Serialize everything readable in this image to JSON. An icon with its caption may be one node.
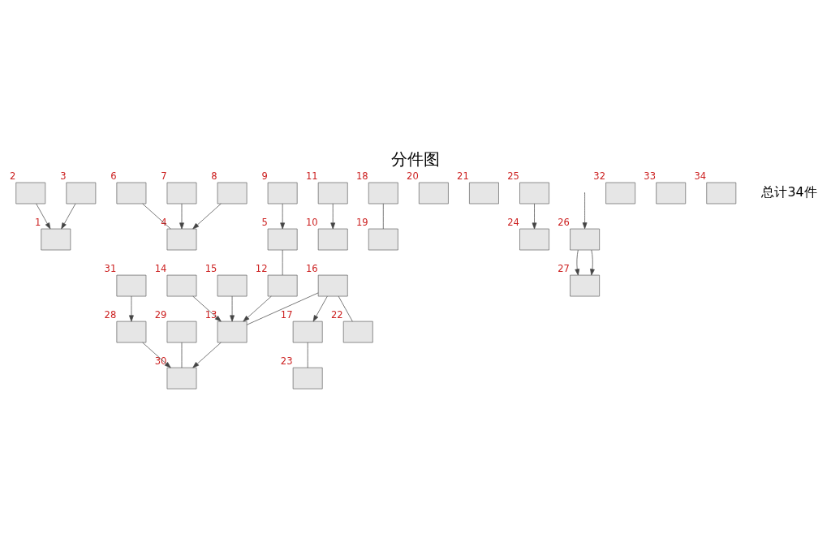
{
  "diagram": {
    "title": "分件图",
    "nodes": [
      {
        "text": [],
        "shape": "box",
        "beside": [
          "1"
        ]
      },
      {
        "text": [],
        "shape": "box",
        "beside": [
          "2"
        ]
      },
      {
        "text": [],
        "shape": "box",
        "beside": [
          "3"
        ]
      },
      {
        "text": [],
        "shape": "box",
        "beside": [
          "4"
        ]
      },
      {
        "text": [],
        "shape": "box",
        "beside": [
          "5"
        ]
      },
      {
        "text": [],
        "shape": "box",
        "beside": [
          "6"
        ]
      },
      {
        "text": [],
        "shape": "box",
        "beside": [
          "7"
        ]
      },
      {
        "text": [],
        "shape": "box",
        "beside": [
          "8"
        ]
      },
      {
        "text": [],
        "shape": "box",
        "beside": [
          "9"
        ]
      },
      {
        "text": [],
        "shape": "box",
        "beside": [
          "10"
        ]
      },
      {
        "text": [],
        "shape": "box",
        "beside": [
          "11"
        ]
      },
      {
        "text": [],
        "shape": "box",
        "beside": [
          "12"
        ]
      },
      {
        "text": [],
        "shape": "box",
        "beside": [
          "13"
        ]
      },
      {
        "text": [],
        "shape": "box",
        "beside": [
          "14"
        ]
      },
      {
        "text": [],
        "shape": "box",
        "beside": [
          "15"
        ]
      },
      {
        "text": [],
        "shape": "box",
        "beside": [
          "16"
        ]
      },
      {
        "text": [],
        "shape": "box",
        "beside": [
          "17"
        ]
      },
      {
        "text": [],
        "shape": "box",
        "beside": [
          "18"
        ]
      },
      {
        "text": [],
        "shape": "box",
        "beside": [
          "19"
        ]
      },
      {
        "text": [],
        "shape": "box",
        "beside": [
          "20"
        ]
      },
      {
        "text": [],
        "shape": "box",
        "beside": [
          "21"
        ]
      },
      {
        "text": [],
        "shape": "box",
        "beside": [
          "22"
        ]
      },
      {
        "text": [],
        "shape": "box",
        "beside": [
          "23"
        ]
      },
      {
        "text": [],
        "shape": "box",
        "beside": [
          "24"
        ]
      },
      {
        "text": [],
        "shape": "box",
        "beside": [
          "25"
        ]
      },
      {
        "text": [],
        "shape": "box",
        "beside": [
          "26"
        ]
      },
      {
        "text": [],
        "shape": "box",
        "beside": [
          "27"
        ]
      },
      {
        "text": [],
        "shape": "box",
        "beside": [
          "28"
        ]
      },
      {
        "text": [],
        "shape": "box",
        "beside": [
          "29"
        ]
      },
      {
        "text": [],
        "shape": "box",
        "beside": [
          "30"
        ]
      },
      {
        "text": [],
        "shape": "box",
        "beside": [
          "31"
        ]
      },
      {
        "text": [],
        "shape": "box",
        "beside": [
          "32"
        ]
      },
      {
        "text": [],
        "shape": "box",
        "beside": [
          "33"
        ]
      },
      {
        "text": [],
        "shape": "box",
        "beside": [
          "34"
        ]
      }
    ],
    "edges": [
      {
        "from": 1,
        "to": 0,
        "arrow": "to"
      },
      {
        "from": 2,
        "to": 0,
        "arrow": "to"
      },
      {
        "from": 5,
        "to": 3,
        "arrow": "none"
      },
      {
        "from": 6,
        "to": 3,
        "arrow": "to"
      },
      {
        "from": 7,
        "to": 3,
        "arrow": "to"
      },
      {
        "from": 8,
        "to": 4,
        "arrow": "to"
      },
      {
        "from": 10,
        "to": 9,
        "arrow": "to"
      },
      {
        "from": 4,
        "to": 11,
        "arrow": "none"
      },
      {
        "from": 11,
        "to": 12,
        "arrow": "to"
      },
      {
        "from": 13,
        "to": 12,
        "arrow": "to"
      },
      {
        "from": 14,
        "to": 12,
        "arrow": "to"
      },
      {
        "from": 15,
        "to": 16,
        "arrow": "to"
      },
      {
        "from": 15,
        "to": 12,
        "arrow": "none"
      },
      {
        "from": 17,
        "to": 18,
        "arrow": "none"
      },
      {
        "from": 15,
        "to": 21,
        "arrow": "none"
      },
      {
        "from": 16,
        "to": 22,
        "arrow": "none"
      },
      {
        "from": 24,
        "to": 23,
        "arrow": "to"
      },
      {
        "from": null,
        "to": 25,
        "arrow": "to"
      },
      {
        "from": 25,
        "to": 26,
        "arrow": "to"
      },
      {
        "from": 25,
        "to": 26,
        "arrow": "to"
      },
      {
        "from": 30,
        "to": 27,
        "arrow": "to"
      },
      {
        "from": 27,
        "to": 29,
        "arrow": "to"
      },
      {
        "from": 28,
        "to": 29,
        "arrow": "none"
      },
      {
        "from": 12,
        "to": 29,
        "arrow": "to"
      }
    ],
    "labels": [
      "总计34件"
    ]
  }
}
